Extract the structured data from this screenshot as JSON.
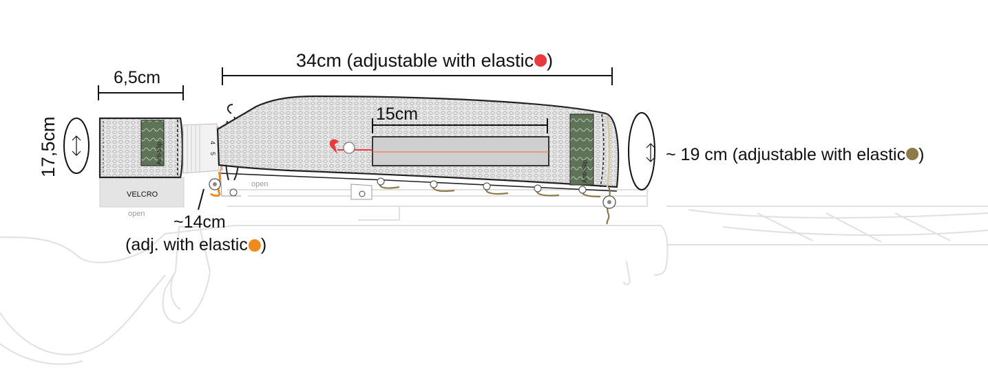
{
  "dimensions": {
    "length_main": "34cm (adjustable with elastic",
    "length_front": "6,5cm",
    "height_front": "17,5cm",
    "window": "15cm",
    "circumference_rear": "~ 19 cm (adjustable with elastic",
    "eyepiece_line1": "~14cm",
    "eyepiece_line2": "(adj. with elastic"
  },
  "labels": {
    "velcro": "VELCRO",
    "open_front": "open",
    "open_mid": "open",
    "anti_slip_front": "Anti-Slip",
    "anti_slip_rear": "Anti-Slip",
    "mag_4": "4",
    "mag_5": "5"
  },
  "colors": {
    "elastic_red": "#e8393c",
    "elastic_brown": "#8c7a47",
    "elastic_orange": "#f08a1f",
    "fabric": "#e3e3e3",
    "antislip": "#5e7358",
    "outline": "#222222",
    "rifle": "#e0e0e0"
  },
  "icons": {
    "circumference": "ellipse-arrow-icon",
    "marker": "dot-icon"
  }
}
